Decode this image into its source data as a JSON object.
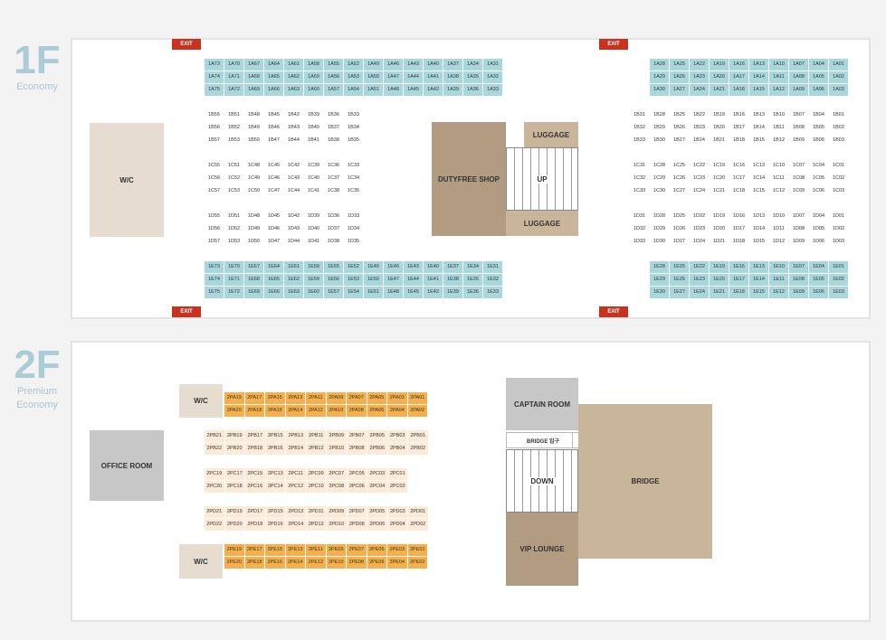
{
  "floors": [
    {
      "number": "1F",
      "class": "Economy"
    },
    {
      "number": "2F",
      "class_lines": [
        "Premium",
        "Economy"
      ]
    }
  ],
  "exit_label": "EXIT",
  "rooms_1f": {
    "wc": "W/C",
    "dutyfree": "DUTYFREE SHOP",
    "luggage_top": "LUGGAGE",
    "luggage_bottom": "LUGGAGE",
    "up": "UP"
  },
  "rooms_2f": {
    "wc_top": "W/C",
    "wc_bottom": "W/C",
    "office": "OFFICE ROOM",
    "captain": "CAPTAIN ROOM",
    "bridge_entrance": "BRIDGE 입구",
    "down": "DOWN",
    "vip": "VIP LOUNGE",
    "bridge": "BRIDGE"
  },
  "colors": {
    "economy_seat": "#a8d8de",
    "premium_seat_front": "#f5b04c",
    "premium_seat_inner": "#fdebd7",
    "exit": "#c8321e"
  },
  "seats_1f": {
    "A_left": [
      [
        "1A73",
        "1A70",
        "1A67",
        "1A64",
        "1A61",
        "1A58",
        "1A55",
        "1A52",
        "1A49",
        "1A46",
        "1A43",
        "1A40",
        "1A37",
        "1A34",
        "1A31"
      ],
      [
        "1A74",
        "1A71",
        "1A68",
        "1A65",
        "1A62",
        "1A59",
        "1A56",
        "1A53",
        "1A50",
        "1A47",
        "1A44",
        "1A41",
        "1A38",
        "1A35",
        "1A32"
      ],
      [
        "1A75",
        "1A72",
        "1A69",
        "1A66",
        "1A63",
        "1A60",
        "1A57",
        "1A54",
        "1A51",
        "1A48",
        "1A45",
        "1A42",
        "1A39",
        "1A36",
        "1A33"
      ]
    ],
    "A_right": [
      [
        "1A28",
        "1A25",
        "1A22",
        "1A19",
        "1A16",
        "1A13",
        "1A10",
        "1A07",
        "1A04",
        "1A01"
      ],
      [
        "1A29",
        "1A26",
        "1A23",
        "1A20",
        "1A17",
        "1A14",
        "1A11",
        "1A08",
        "1A05",
        "1A02"
      ],
      [
        "1A30",
        "1A27",
        "1A24",
        "1A21",
        "1A18",
        "1A15",
        "1A12",
        "1A09",
        "1A06",
        "1A03"
      ]
    ],
    "B_left": [
      [
        "1B55",
        "1B51",
        "1B48",
        "1B45",
        "1B42",
        "1B39",
        "1B36",
        "1B33"
      ],
      [
        "1B56",
        "1B52",
        "1B49",
        "1B46",
        "1B43",
        "1B40",
        "1B37",
        "1B34"
      ],
      [
        "1B57",
        "1B53",
        "1B50",
        "1B47",
        "1B44",
        "1B41",
        "1B38",
        "1B35"
      ]
    ],
    "B_right": [
      [
        "1B31",
        "1B28",
        "1B25",
        "1B22",
        "1B19",
        "1B16",
        "1B13",
        "1B10",
        "1B07",
        "1B04",
        "1B01"
      ],
      [
        "1B32",
        "1B29",
        "1B26",
        "1B23",
        "1B20",
        "1B17",
        "1B14",
        "1B11",
        "1B08",
        "1B05",
        "1B02"
      ],
      [
        "1B33",
        "1B30",
        "1B27",
        "1B24",
        "1B21",
        "1B18",
        "1B15",
        "1B12",
        "1B09",
        "1B06",
        "1B03"
      ]
    ],
    "C_left": [
      [
        "1C55",
        "1C51",
        "1C48",
        "1C45",
        "1C42",
        "1C39",
        "1C36",
        "1C33"
      ],
      [
        "1C56",
        "1C52",
        "1C49",
        "1C46",
        "1C43",
        "1C40",
        "1C37",
        "1C34"
      ],
      [
        "1C57",
        "1C53",
        "1C50",
        "1C47",
        "1C44",
        "1C41",
        "1C38",
        "1C35"
      ]
    ],
    "C_right": [
      [
        "1C31",
        "1C28",
        "1C25",
        "1C22",
        "1C19",
        "1C16",
        "1C13",
        "1C10",
        "1C07",
        "1C04",
        "1C01"
      ],
      [
        "1C32",
        "1C29",
        "1C26",
        "1C23",
        "1C20",
        "1C17",
        "1C14",
        "1C11",
        "1C08",
        "1C05",
        "1C02"
      ],
      [
        "1C33",
        "1C30",
        "1C27",
        "1C24",
        "1C21",
        "1C18",
        "1C15",
        "1C12",
        "1C09",
        "1C06",
        "1C03"
      ]
    ],
    "D_left": [
      [
        "1D55",
        "1D51",
        "1D48",
        "1D45",
        "1D42",
        "1D39",
        "1D36",
        "1D33"
      ],
      [
        "1D56",
        "1D52",
        "1D49",
        "1D46",
        "1D43",
        "1D40",
        "1D37",
        "1D34"
      ],
      [
        "1D57",
        "1D53",
        "1D50",
        "1D47",
        "1D44",
        "1D41",
        "1D38",
        "1D35"
      ]
    ],
    "D_right": [
      [
        "1D31",
        "1D28",
        "1D25",
        "1D22",
        "1D19",
        "1D16",
        "1D13",
        "1D10",
        "1D07",
        "1D04",
        "1D01"
      ],
      [
        "1D32",
        "1D29",
        "1D26",
        "1D23",
        "1D20",
        "1D17",
        "1D14",
        "1D11",
        "1D08",
        "1D05",
        "1D02"
      ],
      [
        "1D33",
        "1D30",
        "1D27",
        "1D24",
        "1D21",
        "1D18",
        "1D15",
        "1D12",
        "1D09",
        "1D06",
        "1D03"
      ]
    ],
    "E_left": [
      [
        "1E73",
        "1E70",
        "1E67",
        "1E64",
        "1E61",
        "1E58",
        "1E55",
        "1E52",
        "1E49",
        "1E46",
        "1E43",
        "1E40",
        "1E37",
        "1E34",
        "1E31"
      ],
      [
        "1E74",
        "1E71",
        "1E68",
        "1E65",
        "1E62",
        "1E59",
        "1E56",
        "1E53",
        "1E50",
        "1E47",
        "1E44",
        "1E41",
        "1E38",
        "1E35",
        "1E32"
      ],
      [
        "1E75",
        "1E72",
        "1E69",
        "1E66",
        "1E63",
        "1E60",
        "1E57",
        "1E54",
        "1E51",
        "1E48",
        "1E45",
        "1E42",
        "1E39",
        "1E36",
        "1E33"
      ]
    ],
    "E_right": [
      [
        "1E28",
        "1E25",
        "1E22",
        "1E19",
        "1E16",
        "1E13",
        "1E10",
        "1E07",
        "1E04",
        "1E01"
      ],
      [
        "1E29",
        "1E26",
        "1E23",
        "1E20",
        "1E17",
        "1E14",
        "1E11",
        "1E08",
        "1E05",
        "1E02"
      ],
      [
        "1E30",
        "1E27",
        "1E24",
        "1E21",
        "1E18",
        "1E15",
        "1E12",
        "1E09",
        "1E06",
        "1E03"
      ]
    ]
  },
  "seats_2f": {
    "PA": [
      [
        "2PA19",
        "2PA17",
        "2PA15",
        "2PA13",
        "2PA11",
        "2PA09",
        "2PA07",
        "2PA05",
        "2PA03",
        "2PA01"
      ],
      [
        "2PA20",
        "2PA18",
        "2PA16",
        "2PA14",
        "2PA12",
        "2PA10",
        "2PA08",
        "2PA06",
        "2PA04",
        "2PA02"
      ]
    ],
    "PB": [
      [
        "2PB21",
        "2PB19",
        "2PB17",
        "2PB15",
        "2PB13",
        "2PB11",
        "2PB09",
        "2PB07",
        "2PB05",
        "2PB03",
        "2PB01"
      ],
      [
        "2PB22",
        "2PB20",
        "2PB18",
        "2PB16",
        "2PB14",
        "2PB12",
        "2PB10",
        "2PB08",
        "2PB06",
        "2PB04",
        "2PB02"
      ]
    ],
    "PC": [
      [
        "2PC19",
        "2PC17",
        "2PC15",
        "2PC13",
        "2PC11",
        "2PC09",
        "2PC07",
        "2PC05",
        "2PC03",
        "2PC01"
      ],
      [
        "2PC20",
        "2PC18",
        "2PC16",
        "2PC14",
        "2PC12",
        "2PC10",
        "2PC08",
        "2PC06",
        "2PC04",
        "2PC02"
      ]
    ],
    "PD": [
      [
        "2PD21",
        "2PD19",
        "2PD17",
        "2PD15",
        "2PD13",
        "2PD11",
        "2PD09",
        "2PD07",
        "2PD05",
        "2PD03",
        "2PD01"
      ],
      [
        "2PD22",
        "2PD20",
        "2PD18",
        "2PD16",
        "2PD14",
        "2PD12",
        "2PD10",
        "2PD08",
        "2PD06",
        "2PD04",
        "2PD02"
      ]
    ],
    "PE": [
      [
        "2PE19",
        "2PE17",
        "2PE15",
        "2PE13",
        "2PE11",
        "2PE09",
        "2PE07",
        "2PE05",
        "2PE03",
        "2PE01"
      ],
      [
        "2PE20",
        "2PE18",
        "2PE16",
        "2PE14",
        "2PE12",
        "2PE10",
        "2PE08",
        "2PE06",
        "2PE04",
        "2PE02"
      ]
    ]
  }
}
